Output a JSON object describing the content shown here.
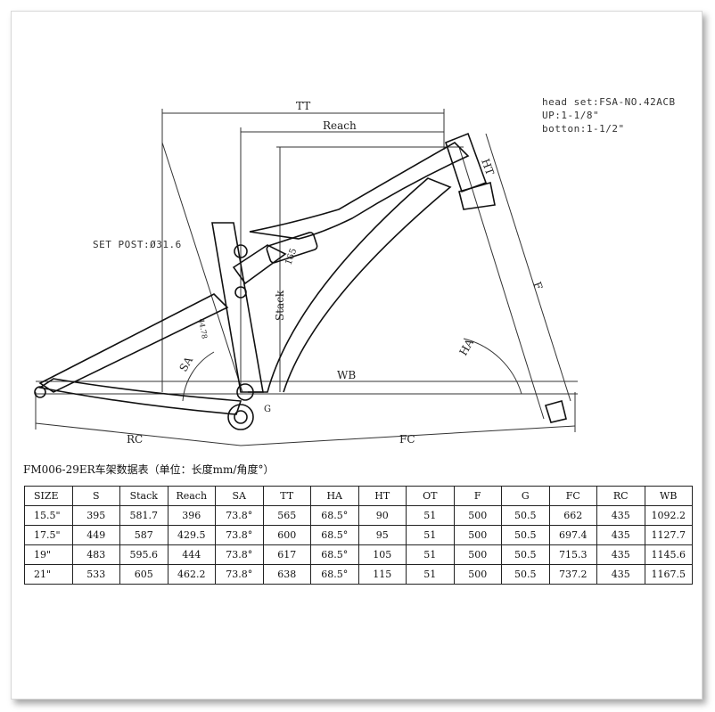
{
  "annotations": {
    "head_set": "head set:FSA-NO.42ACB",
    "up": "UP:1-1/8\"",
    "bottom": "botton:1-1/2\"",
    "seat_post": "SET POST:Ø31.6"
  },
  "dim_labels": {
    "tt": "TT",
    "reach": "Reach",
    "stack": "Stack",
    "ht": "HT",
    "f": "F",
    "ha": "HA",
    "sa": "SA",
    "wb": "WB",
    "rc": "RC",
    "fc": "FC",
    "g": "G",
    "shock": "165",
    "st_length": "44.78"
  },
  "table": {
    "title": "FM006-29ER车架数据表（单位：长度mm/角度°）",
    "headers": [
      "SIZE",
      "S",
      "Stack",
      "Reach",
      "SA",
      "TT",
      "HA",
      "HT",
      "OT",
      "F",
      "G",
      "FC",
      "RC",
      "WB"
    ],
    "rows": [
      [
        "15.5\"",
        "395",
        "581.7",
        "396",
        "73.8°",
        "565",
        "68.5°",
        "90",
        "51",
        "500",
        "50.5",
        "662",
        "435",
        "1092.2"
      ],
      [
        "17.5\"",
        "449",
        "587",
        "429.5",
        "73.8°",
        "600",
        "68.5°",
        "95",
        "51",
        "500",
        "50.5",
        "697.4",
        "435",
        "1127.7"
      ],
      [
        "19\"",
        "483",
        "595.6",
        "444",
        "73.8°",
        "617",
        "68.5°",
        "105",
        "51",
        "500",
        "50.5",
        "715.3",
        "435",
        "1145.6"
      ],
      [
        "21\"",
        "533",
        "605",
        "462.2",
        "73.8°",
        "638",
        "68.5°",
        "115",
        "51",
        "500",
        "50.5",
        "737.2",
        "435",
        "1167.5"
      ]
    ]
  }
}
